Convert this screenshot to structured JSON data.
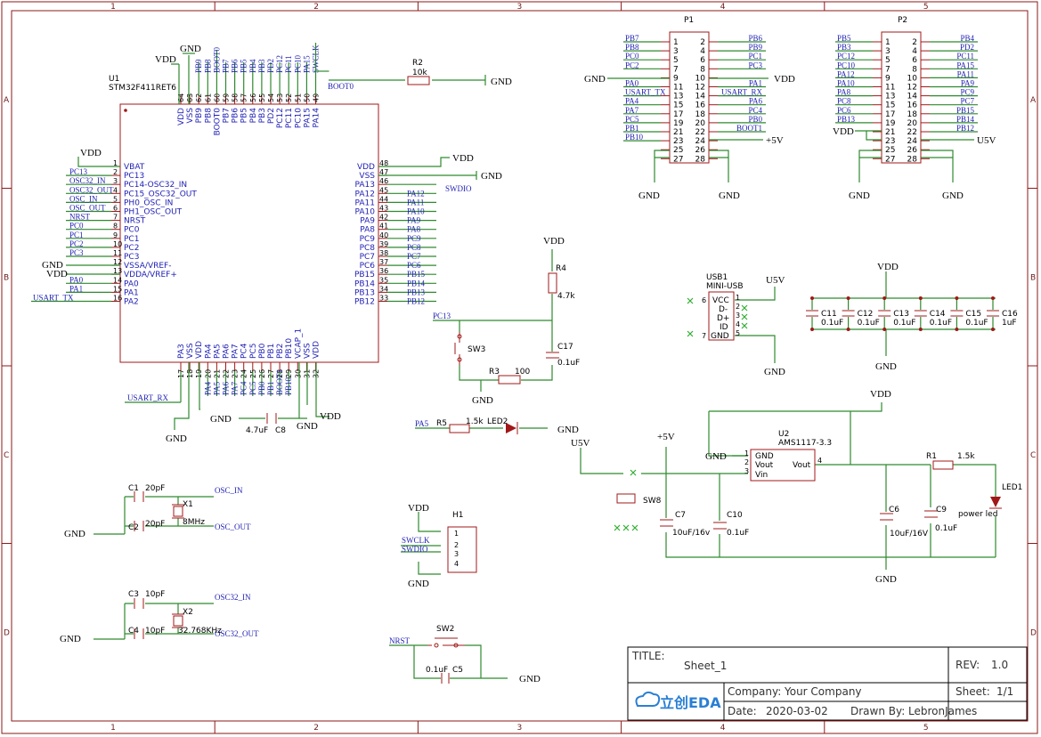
{
  "zones": {
    "cols": [
      "1",
      "2",
      "3",
      "4",
      "5"
    ],
    "rows": [
      "A",
      "B",
      "C",
      "D"
    ]
  },
  "title_block": {
    "title_label": "TITLE:",
    "title": "Sheet_1",
    "rev_label": "REV:",
    "rev": "1.0",
    "company_label": "Company:",
    "company": "Your Company",
    "sheet_label": "Sheet:",
    "sheet": "1/1",
    "date_label": "Date:",
    "date": "2020-03-02",
    "drawn_label": "Drawn By:",
    "drawn": "LebronJames",
    "logo_text": "立创EDA"
  },
  "power": {
    "vdd": "VDD",
    "gnd": "GND",
    "p5v": "+5V",
    "u5v": "U5V"
  },
  "u1": {
    "ref": "U1",
    "part": "STM32F411RET6",
    "left_pins": [
      {
        "num": "1",
        "name": "VBAT",
        "net": ""
      },
      {
        "num": "2",
        "name": "PC13",
        "net": "PC13"
      },
      {
        "num": "3",
        "name": "PC14-OSC32_IN",
        "net": "OSC32_IN"
      },
      {
        "num": "4",
        "name": "PC15_OSC32_OUT",
        "net": "OSC32_OUT"
      },
      {
        "num": "5",
        "name": "PH0_OSC_IN",
        "net": "OSC_IN"
      },
      {
        "num": "6",
        "name": "PH1_OSC_OUT",
        "net": "OSC_OUT"
      },
      {
        "num": "7",
        "name": "NRST",
        "net": "NRST"
      },
      {
        "num": "8",
        "name": "PC0",
        "net": "PC0"
      },
      {
        "num": "9",
        "name": "PC1",
        "net": "PC1"
      },
      {
        "num": "10",
        "name": "PC2",
        "net": "PC2"
      },
      {
        "num": "11",
        "name": "PC3",
        "net": "PC3"
      },
      {
        "num": "12",
        "name": "VSSA/VREF-",
        "net": ""
      },
      {
        "num": "13",
        "name": "VDDA/VREF+",
        "net": ""
      },
      {
        "num": "14",
        "name": "PA0",
        "net": "PA0"
      },
      {
        "num": "15",
        "name": "PA1",
        "net": "PA1"
      },
      {
        "num": "16",
        "name": "PA2",
        "net": "USART_TX"
      }
    ],
    "right_pins": [
      {
        "num": "48",
        "name": "VDD",
        "net": ""
      },
      {
        "num": "47",
        "name": "VSS",
        "net": ""
      },
      {
        "num": "46",
        "name": "PA13",
        "net": "SWDIO"
      },
      {
        "num": "45",
        "name": "PA12",
        "net": "PA12"
      },
      {
        "num": "44",
        "name": "PA11",
        "net": "PA11"
      },
      {
        "num": "43",
        "name": "PA10",
        "net": "PA10"
      },
      {
        "num": "42",
        "name": "PA9",
        "net": "PA9"
      },
      {
        "num": "41",
        "name": "PA8",
        "net": "PA8"
      },
      {
        "num": "40",
        "name": "PC9",
        "net": "PC9"
      },
      {
        "num": "39",
        "name": "PC8",
        "net": "PC8"
      },
      {
        "num": "38",
        "name": "PC7",
        "net": "PC7"
      },
      {
        "num": "37",
        "name": "PC6",
        "net": "PC6"
      },
      {
        "num": "36",
        "name": "PB15",
        "net": "PB15"
      },
      {
        "num": "35",
        "name": "PB14",
        "net": "PB14"
      },
      {
        "num": "34",
        "name": "PB13",
        "net": "PB13"
      },
      {
        "num": "33",
        "name": "PB12",
        "net": "PB12"
      }
    ],
    "top_pins": [
      {
        "num": "64",
        "name": "VDD",
        "net": ""
      },
      {
        "num": "63",
        "name": "VSS",
        "net": ""
      },
      {
        "num": "62",
        "name": "PB9",
        "net": "PB9"
      },
      {
        "num": "61",
        "name": "PB8",
        "net": "PB8"
      },
      {
        "num": "60",
        "name": "BOOT0",
        "net": "BOOT0"
      },
      {
        "num": "59",
        "name": "PB7",
        "net": "PB7"
      },
      {
        "num": "58",
        "name": "PB6",
        "net": "PB6"
      },
      {
        "num": "57",
        "name": "PB5",
        "net": "PB5"
      },
      {
        "num": "56",
        "name": "PB4",
        "net": "PB4"
      },
      {
        "num": "55",
        "name": "PB3",
        "net": "PB3"
      },
      {
        "num": "54",
        "name": "PD2",
        "net": "PD2"
      },
      {
        "num": "53",
        "name": "PC12",
        "net": "PC12"
      },
      {
        "num": "52",
        "name": "PC11",
        "net": "PC11"
      },
      {
        "num": "51",
        "name": "PC10",
        "net": "PC10"
      },
      {
        "num": "50",
        "name": "PA15",
        "net": "PA15"
      },
      {
        "num": "49",
        "name": "PA14",
        "net": "SWCLK"
      }
    ],
    "bottom_pins": [
      {
        "num": "17",
        "name": "PA3",
        "net": "USART_RX"
      },
      {
        "num": "18",
        "name": "VSS",
        "net": ""
      },
      {
        "num": "19",
        "name": "VDD",
        "net": ""
      },
      {
        "num": "20",
        "name": "PA4",
        "net": "PA4"
      },
      {
        "num": "21",
        "name": "PA5",
        "net": "PA5"
      },
      {
        "num": "22",
        "name": "PA6",
        "net": "PA6"
      },
      {
        "num": "23",
        "name": "PA7",
        "net": "PA7"
      },
      {
        "num": "24",
        "name": "PC4",
        "net": "PC4"
      },
      {
        "num": "25",
        "name": "PC5",
        "net": "PC5"
      },
      {
        "num": "26",
        "name": "PB0",
        "net": "PB0"
      },
      {
        "num": "27",
        "name": "PB1",
        "net": "PB1"
      },
      {
        "num": "28",
        "name": "PB2",
        "net": "BOOT1"
      },
      {
        "num": "29",
        "name": "PB10",
        "net": "PB10"
      },
      {
        "num": "30",
        "name": "VCAP_1",
        "net": ""
      },
      {
        "num": "31",
        "name": "VSS",
        "net": ""
      },
      {
        "num": "32",
        "name": "VDD",
        "net": ""
      }
    ]
  },
  "p1": {
    "ref": "P1",
    "left_nets": [
      "PB7",
      "PB8",
      "PC0",
      "PC2",
      "",
      "PA0",
      "USART_TX",
      "PA4",
      "PA7",
      "PC5",
      "PB1",
      "PB10",
      "",
      ""
    ],
    "right_nets": [
      "PB6",
      "PB9",
      "PC1",
      "PC3",
      "",
      "PA1",
      "USART_RX",
      "PA6",
      "PC4",
      "PB0",
      "BOOT1",
      "",
      "",
      ""
    ],
    "left_nums": [
      "1",
      "3",
      "5",
      "7",
      "9",
      "11",
      "13",
      "15",
      "17",
      "19",
      "21",
      "23",
      "25",
      "27"
    ],
    "right_nums": [
      "2",
      "4",
      "6",
      "8",
      "10",
      "12",
      "14",
      "16",
      "18",
      "20",
      "22",
      "24",
      "26",
      "28"
    ]
  },
  "p2": {
    "ref": "P2",
    "left_nets": [
      "PB5",
      "PB3",
      "PC12",
      "PC10",
      "PA12",
      "PA10",
      "PA8",
      "PC8",
      "PC6",
      "PB13",
      "",
      "",
      "",
      ""
    ],
    "right_nets": [
      "PB4",
      "PD2",
      "PC11",
      "PA15",
      "PA11",
      "PA9",
      "PC9",
      "PC7",
      "PB15",
      "PB14",
      "PB12",
      "",
      "",
      ""
    ],
    "left_nums": [
      "1",
      "3",
      "5",
      "7",
      "9",
      "11",
      "13",
      "15",
      "17",
      "19",
      "21",
      "23",
      "25",
      "27"
    ],
    "right_nums": [
      "2",
      "4",
      "6",
      "8",
      "10",
      "12",
      "14",
      "16",
      "18",
      "20",
      "22",
      "24",
      "26",
      "28"
    ]
  },
  "parts": {
    "r2": {
      "ref": "R2",
      "val": "10k"
    },
    "r4": {
      "ref": "R4",
      "val": "4.7k"
    },
    "r3": {
      "ref": "R3",
      "val": "100"
    },
    "r5": {
      "ref": "R5",
      "val": "1.5k"
    },
    "r1": {
      "ref": "R1",
      "val": "1.5k"
    },
    "c17": {
      "ref": "C17",
      "val": "0.1uF"
    },
    "c8": {
      "ref": "C8",
      "val": "4.7uF"
    },
    "c1": {
      "ref": "C1",
      "val": "20pF"
    },
    "c2": {
      "ref": "C2",
      "val": "20pF"
    },
    "c3": {
      "ref": "C3",
      "val": "10pF"
    },
    "c4": {
      "ref": "C4",
      "val": "10pF"
    },
    "c5": {
      "ref": "C5",
      "val": "0.1uF"
    },
    "c6": {
      "ref": "C6",
      "val": "10uF/16V"
    },
    "c7": {
      "ref": "C7",
      "val": "10uF/16v"
    },
    "c9": {
      "ref": "C9",
      "val": "0.1uF"
    },
    "c10": {
      "ref": "C10",
      "val": "0.1uF"
    },
    "x1": {
      "ref": "X1",
      "val": "8MHz"
    },
    "x2": {
      "ref": "X2",
      "val": "32.768KHz"
    },
    "sw3": {
      "ref": "SW3"
    },
    "sw2": {
      "ref": "SW2"
    },
    "sw8": {
      "ref": "SW8"
    },
    "led2": {
      "ref": "LED2"
    },
    "led1": {
      "ref": "LED1",
      "val": "power led"
    },
    "h1": {
      "ref": "H1"
    },
    "u2": {
      "ref": "U2",
      "part": "AMS1117-3.3",
      "gnd": "GND",
      "vout": "Vout",
      "vin": "Vin",
      "vout2": "Vout"
    },
    "usb1": {
      "ref": "USB1",
      "part": "MINI-USB",
      "pins": [
        "VCC",
        "D-",
        "D+",
        "ID",
        "GND"
      ]
    }
  },
  "decoupling": [
    {
      "ref": "C11",
      "val": "0.1uF"
    },
    {
      "ref": "C12",
      "val": "0.1uF"
    },
    {
      "ref": "C13",
      "val": "0.1uF"
    },
    {
      "ref": "C14",
      "val": "0.1uF"
    },
    {
      "ref": "C15",
      "val": "0.1uF"
    },
    {
      "ref": "C16",
      "val": "1uF"
    }
  ],
  "nets": {
    "osc_in": "OSC_IN",
    "osc_out": "OSC_OUT",
    "osc32_in": "OSC32_IN",
    "osc32_out": "OSC32_OUT",
    "nrst": "NRST",
    "pc13": "PC13",
    "pa5": "PA5",
    "swclk": "SWCLK",
    "swdio": "SWDIO",
    "boot0": "BOOT0"
  }
}
